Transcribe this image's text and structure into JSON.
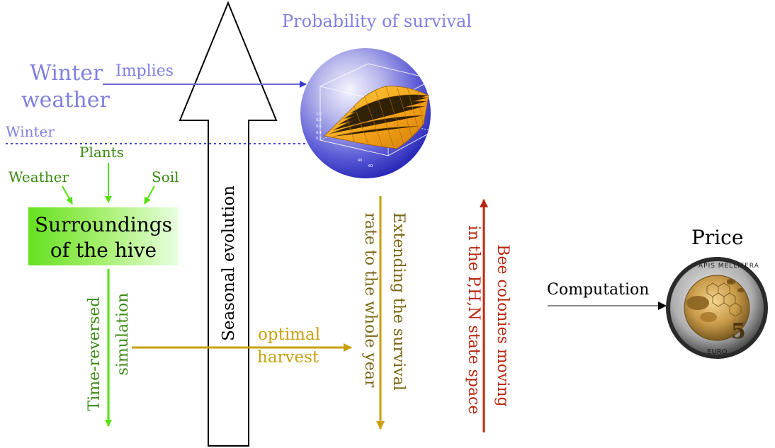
{
  "colors": {
    "lavender": "#8080e0",
    "blue_arrow": "#3a3ac8",
    "dotted": "#4444cc",
    "green_text": "#3a8a12",
    "bright_green": "#55e010",
    "gold": "#c8a010",
    "dark_gold": "#7a6410",
    "red": "#b82810",
    "black": "#000000",
    "gray_arrow": "#8a8a8a"
  },
  "labels": {
    "probability_title": "Probability of survival",
    "winter_weather_line1": "Winter",
    "winter_weather_line2": "weather",
    "implies": "Implies",
    "winter": "Winter",
    "plants": "Plants",
    "weather": "Weather",
    "soil": "Soil",
    "surroundings_line1": "Surroundings",
    "surroundings_line2": "of the hive",
    "seasonal_evolution": "Seasonal evolution",
    "time_reversed_line1": "Time-reversed",
    "time_reversed_line2": "simulation",
    "optimal_line1": "optimal",
    "optimal_line2": "harvest",
    "extending_line1": "Extending the survival",
    "extending_line2": "rate to the whole year",
    "bee_colonies_line1": "Bee colonies moving",
    "bee_colonies_line2": "in the P,H,N state space",
    "price": "Price",
    "computation": "Computation"
  },
  "coin": {
    "top_text": "APIS MELLIFERA",
    "denomination": "5",
    "currency": "EURO"
  },
  "icons": {
    "survival_surface": "3d-surface-plot-icon",
    "coin": "bee-coin-icon"
  }
}
